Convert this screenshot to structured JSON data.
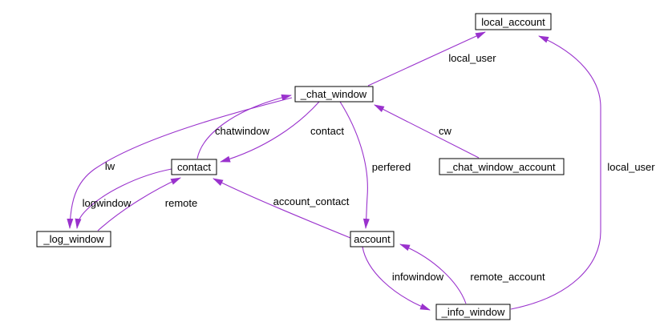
{
  "diagram": {
    "type": "collaboration-graph",
    "colors": {
      "background": "#ffffff",
      "edge": "#9a32cd",
      "node_background": "#ffffff",
      "node_border": "#000000",
      "node_text": "#000000",
      "highlight_node_background": "#000000",
      "highlight_node_text": "#ffffff"
    },
    "nodes": {
      "local_account": {
        "label": "local_account"
      },
      "chat_window": {
        "label": "_chat_window"
      },
      "chat_window_account": {
        "label": "_chat_window_account",
        "highlighted": true
      },
      "contact": {
        "label": "contact"
      },
      "log_window": {
        "label": "_log_window"
      },
      "account": {
        "label": "account"
      },
      "info_window": {
        "label": "_info_window"
      }
    },
    "edges": {
      "local_user_chat": {
        "label": "local_user",
        "from": "_chat_window",
        "to": "local_account"
      },
      "local_user_info": {
        "label": "local_user",
        "from": "_info_window",
        "to": "local_account"
      },
      "chatwindow": {
        "label": "chatwindow",
        "from": "contact",
        "to": "_chat_window"
      },
      "contact_member": {
        "label": "contact",
        "from": "_chat_window",
        "to": "contact"
      },
      "cw": {
        "label": "cw",
        "from": "_chat_window_account",
        "to": "_chat_window"
      },
      "lw": {
        "label": "lw",
        "from": "_chat_window",
        "to": "_log_window"
      },
      "logwindow": {
        "label": "logwindow",
        "from": "contact",
        "to": "_log_window"
      },
      "remote": {
        "label": "remote",
        "from": "_log_window",
        "to": "contact"
      },
      "perfered": {
        "label": "perfered",
        "from": "_chat_window",
        "to": "account"
      },
      "account_contact": {
        "label": "account_contact",
        "from": "account",
        "to": "contact"
      },
      "infowindow": {
        "label": "infowindow",
        "from": "account",
        "to": "_info_window"
      },
      "remote_account": {
        "label": "remote_account",
        "from": "_info_window",
        "to": "account"
      }
    }
  }
}
